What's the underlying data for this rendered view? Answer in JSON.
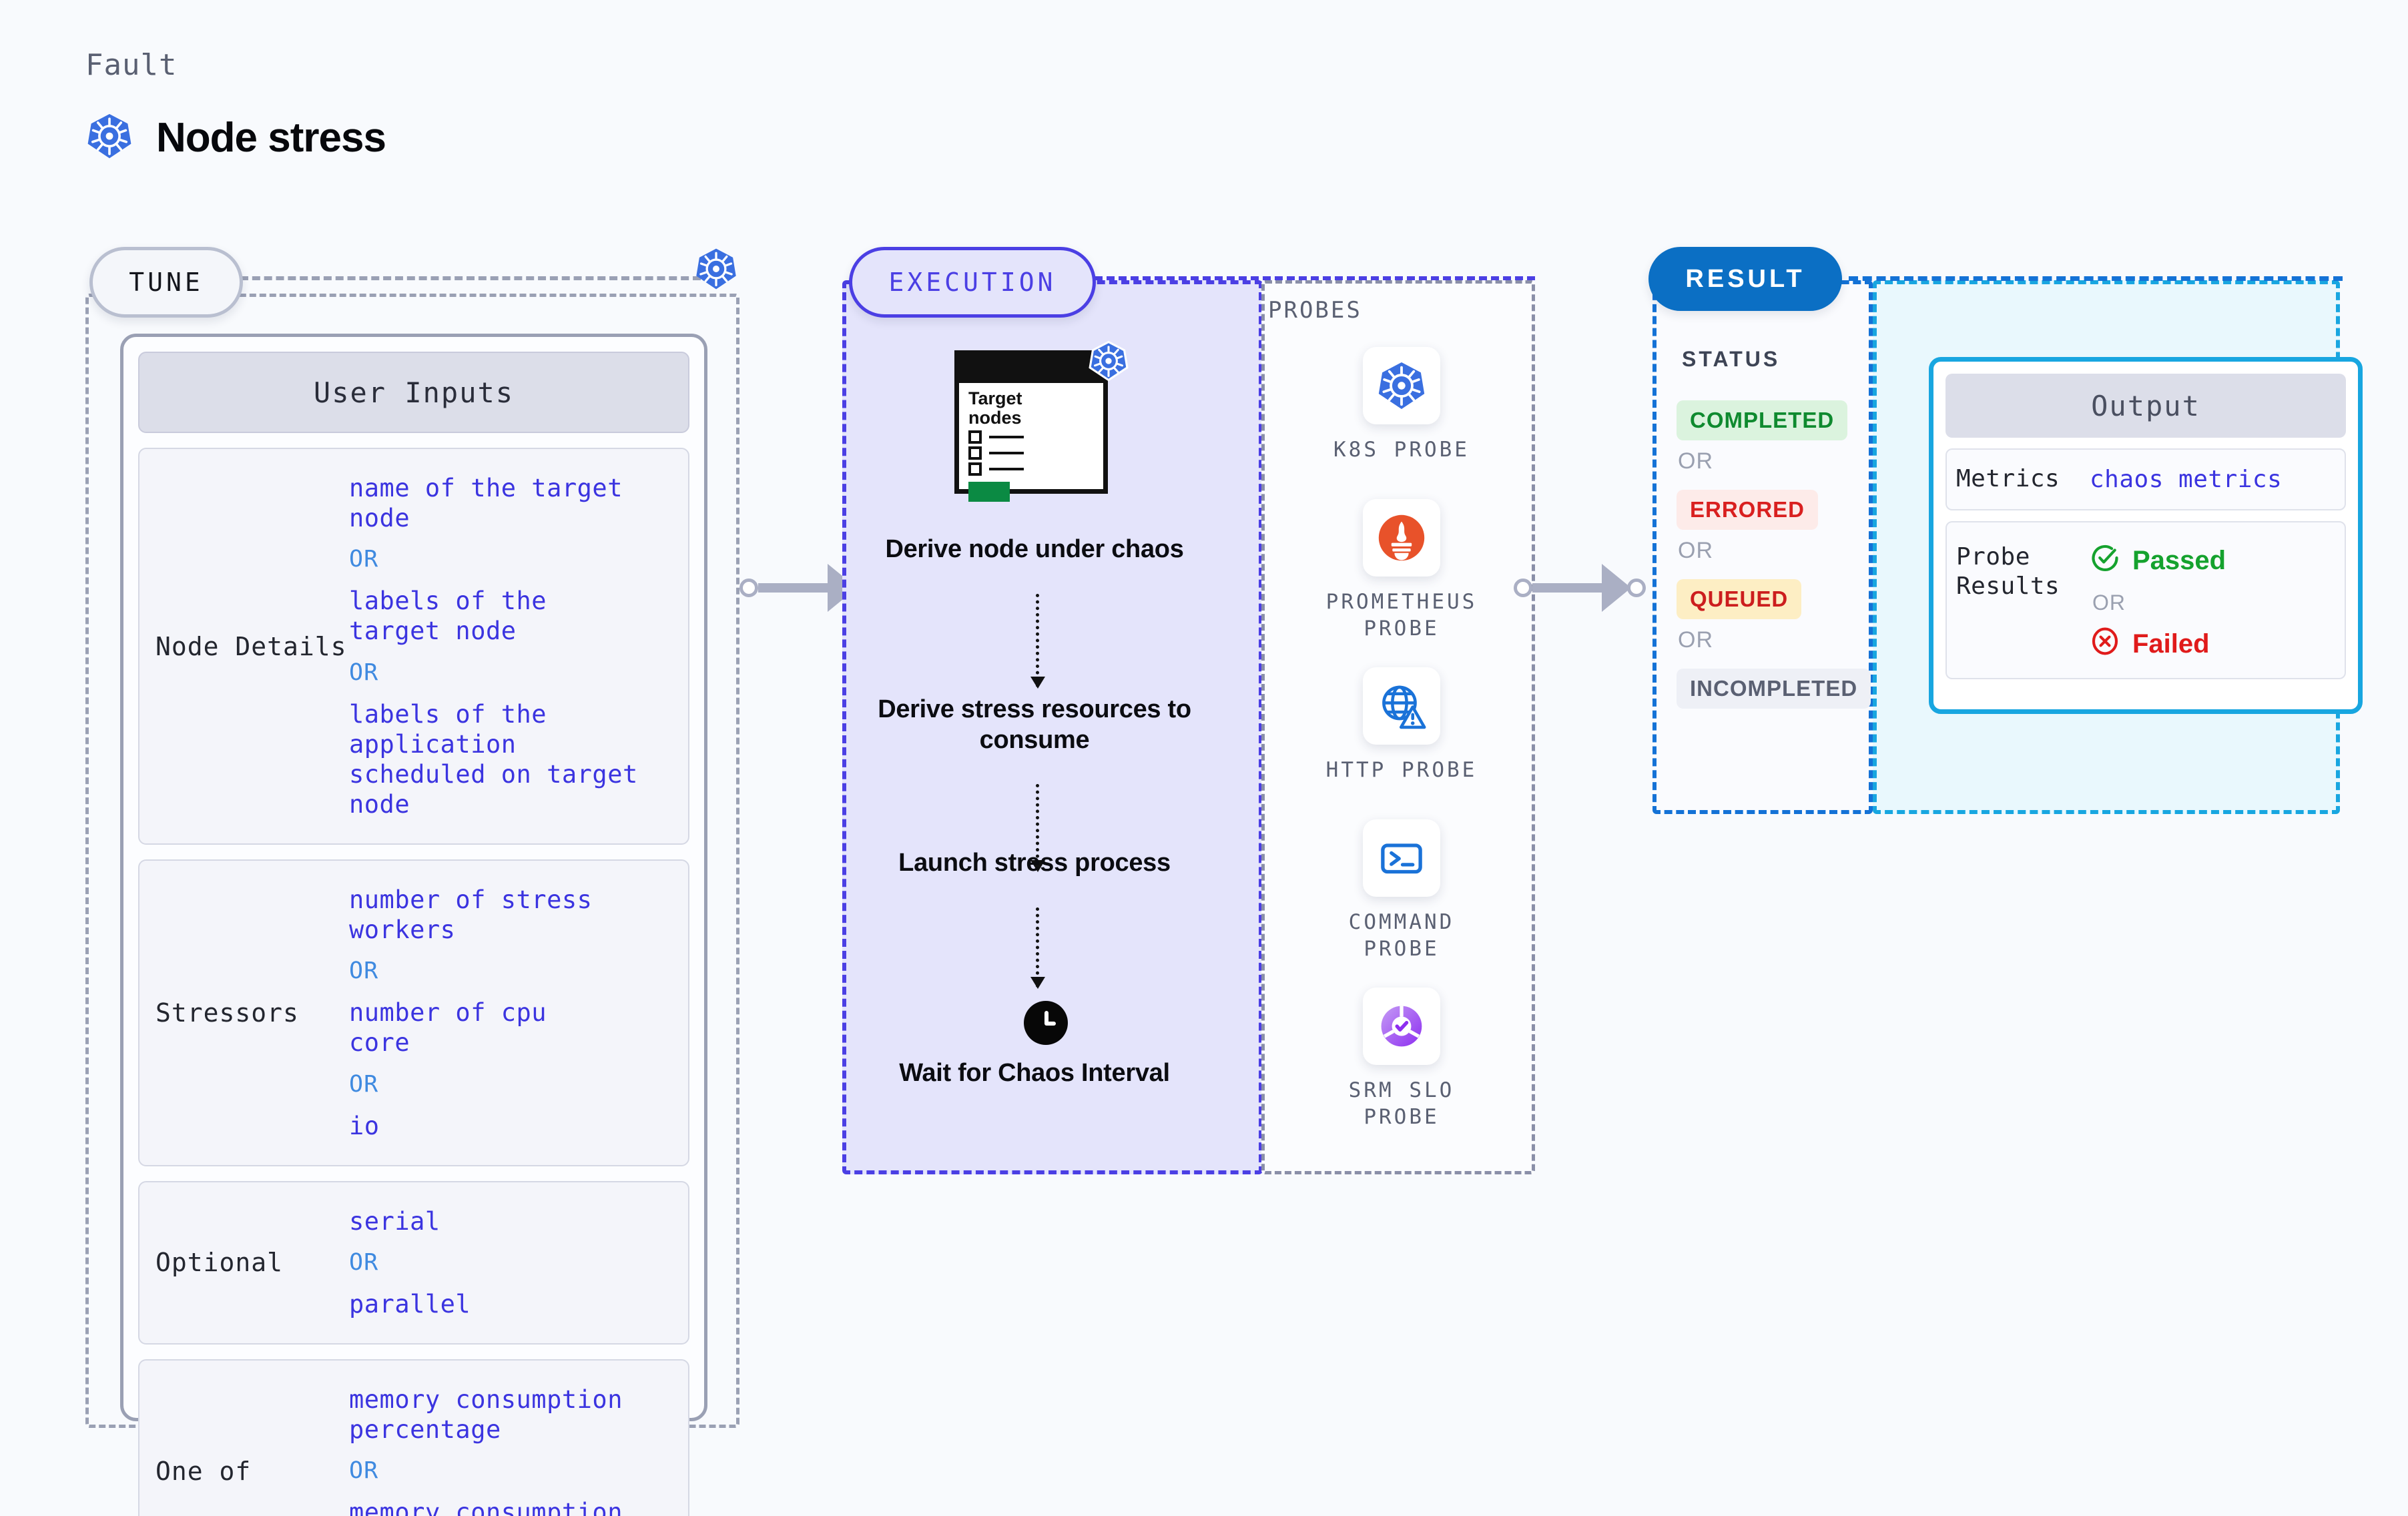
{
  "header": {
    "kicker": "Fault",
    "title": "Node stress",
    "icon": "kubernetes-icon"
  },
  "tune": {
    "badge": "TUNE",
    "card_title": "User Inputs",
    "icon": "kubernetes-icon",
    "rows": [
      {
        "key": "Node Details",
        "options": [
          "name of the target\nnode",
          "labels of the\ntarget node",
          "labels of the application\n scheduled on target node"
        ],
        "separator": "OR"
      },
      {
        "key": "Stressors",
        "options": [
          "number of stress\nworkers",
          "number of cpu\ncore",
          "io"
        ],
        "separator": "OR"
      },
      {
        "key": "Optional",
        "options": [
          "serial",
          "parallel"
        ],
        "separator": "OR"
      },
      {
        "key": "One of",
        "options": [
          "memory consumption\npercentage",
          "memory consumption\nmebibytes"
        ],
        "separator": "OR"
      }
    ]
  },
  "execution": {
    "badge": "EXECUTION",
    "target_card": {
      "title": "Target\nnodes",
      "icon": "kubernetes-icon",
      "checkbox_rows": 3
    },
    "steps": [
      "Derive node under\nchaos",
      "Derive stress\nresources to\nconsume",
      "Launch stress\nprocess",
      "Wait for Chaos\nInterval"
    ],
    "wait_icon": "clock-icon"
  },
  "probes": {
    "label": "PROBES",
    "items": [
      {
        "label": "K8S PROBE",
        "icon": "kubernetes-icon"
      },
      {
        "label": "PROMETHEUS\nPROBE",
        "icon": "prometheus-icon"
      },
      {
        "label": "HTTP PROBE",
        "icon": "globe-warning-icon"
      },
      {
        "label": "COMMAND\nPROBE",
        "icon": "terminal-icon"
      },
      {
        "label": "SRM SLO\nPROBE",
        "icon": "slo-donut-check-icon"
      }
    ]
  },
  "result": {
    "badge": "RESULT",
    "status_label": "STATUS",
    "separator": "OR",
    "statuses": [
      {
        "label": "COMPLETED",
        "color": "#0f8a2f",
        "bg": "#dbf3de"
      },
      {
        "label": "ERRORED",
        "color": "#d92020",
        "bg": "#fdebe9"
      },
      {
        "label": "QUEUED",
        "color": "#cc1e1e",
        "bg": "#fdeec4"
      },
      {
        "label": "INCOMPLETED",
        "color": "#5a6072",
        "bg": "#eef0f6"
      }
    ],
    "output": {
      "title": "Output",
      "metrics_key": "Metrics",
      "metrics_value": "chaos metrics",
      "probe_results_key": "Probe\nResults",
      "passed_label": "Passed",
      "failed_label": "Failed",
      "separator": "OR",
      "passed_icon": "check-circle-icon",
      "failed_icon": "x-circle-icon",
      "passed_color": "#15a22e",
      "failed_color": "#e01b1b"
    }
  },
  "connectors": [
    {
      "name": "tune-to-execution"
    },
    {
      "name": "execution-to-result"
    }
  ],
  "colors": {
    "background": "#f8fafd",
    "tune_border": "#9aa0b4",
    "execution_fill": "#e4e4fb",
    "execution_border": "#4b3fe4",
    "result_badge": "#0b6fc4",
    "output_border": "#18a6e0",
    "value_text": "#3b34e0",
    "or_text": "#3f8ae0"
  }
}
